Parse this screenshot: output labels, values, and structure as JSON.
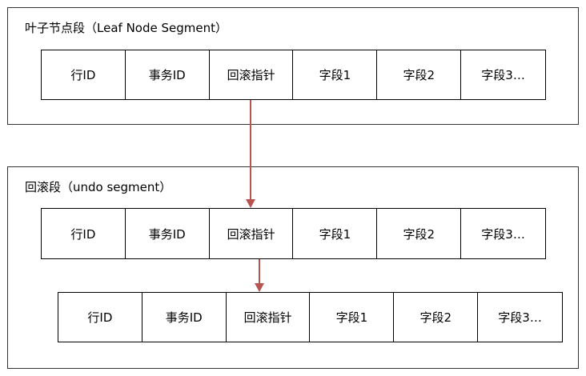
{
  "segments": {
    "leaf": {
      "title": "叶子节点段（Leaf Node Segment）"
    },
    "undo": {
      "title": "回滚段（undo segment）"
    }
  },
  "records": [
    {
      "cells": [
        "行ID",
        "事务ID",
        "回滚指针",
        "字段1",
        "字段2",
        "字段3…"
      ]
    },
    {
      "cells": [
        "行ID",
        "事务ID",
        "回滚指针",
        "字段1",
        "字段2",
        "字段3…"
      ]
    },
    {
      "cells": [
        "行ID",
        "事务ID",
        "回滚指针",
        "字段1",
        "字段2",
        "字段3…"
      ]
    }
  ],
  "colors": {
    "arrow": "#b85450",
    "border": "#000000"
  }
}
